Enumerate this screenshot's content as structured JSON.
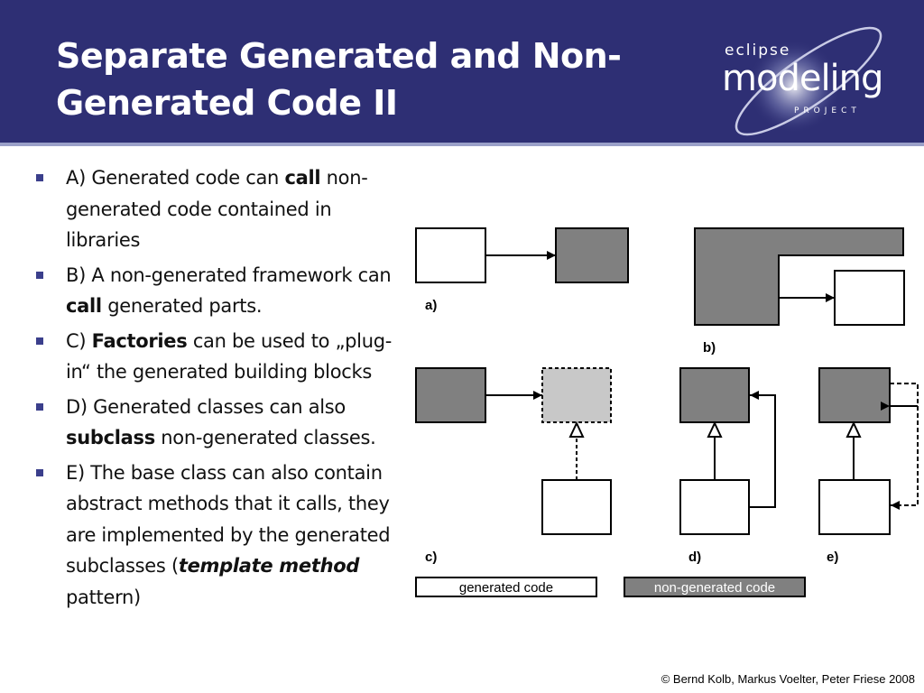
{
  "slide": {
    "title_line1": "Separate Generated and Non-",
    "title_line2": "Generated Code II",
    "accent_color": "#2e2f74",
    "logo": {
      "top": "eclipse",
      "main": "modeling",
      "bottom": "PROJECT"
    }
  },
  "bullets": [
    {
      "parts": [
        {
          "t": "A) Generated code can "
        },
        {
          "t": "call",
          "b": true
        },
        {
          "t": " non-generated code contained in libraries"
        }
      ]
    },
    {
      "parts": [
        {
          "t": "B) A non-generated framework can "
        },
        {
          "t": "call",
          "b": true
        },
        {
          "t": " generated parts."
        }
      ]
    },
    {
      "parts": [
        {
          "t": "C) "
        },
        {
          "t": "Factories",
          "b": true
        },
        {
          "t": " can be used to „plug-in“ the generated building blocks"
        }
      ]
    },
    {
      "parts": [
        {
          "t": "D) Generated classes can also "
        },
        {
          "t": "subclass",
          "b": true
        },
        {
          "t": " non-generated classes."
        }
      ]
    },
    {
      "parts": [
        {
          "t": "E) The base class can also contain abstract methods that it calls, they are implemented by the generated subclasses ("
        },
        {
          "t": "template method",
          "b": true,
          "i": true
        },
        {
          "t": " pattern)"
        }
      ]
    }
  ],
  "diagram": {
    "labels": {
      "a": "a)",
      "b": "b)",
      "c": "c)",
      "d": "d)",
      "e": "e)"
    },
    "legend": {
      "generated": "generated code",
      "non_generated": "non-generated code"
    },
    "colors": {
      "generated": "#ffffff",
      "non_generated": "#808080",
      "factory": "#c8c8c8"
    }
  },
  "footer": {
    "copyright": "© Bernd Kolb, Markus Voelter, Peter Friese 2008"
  }
}
